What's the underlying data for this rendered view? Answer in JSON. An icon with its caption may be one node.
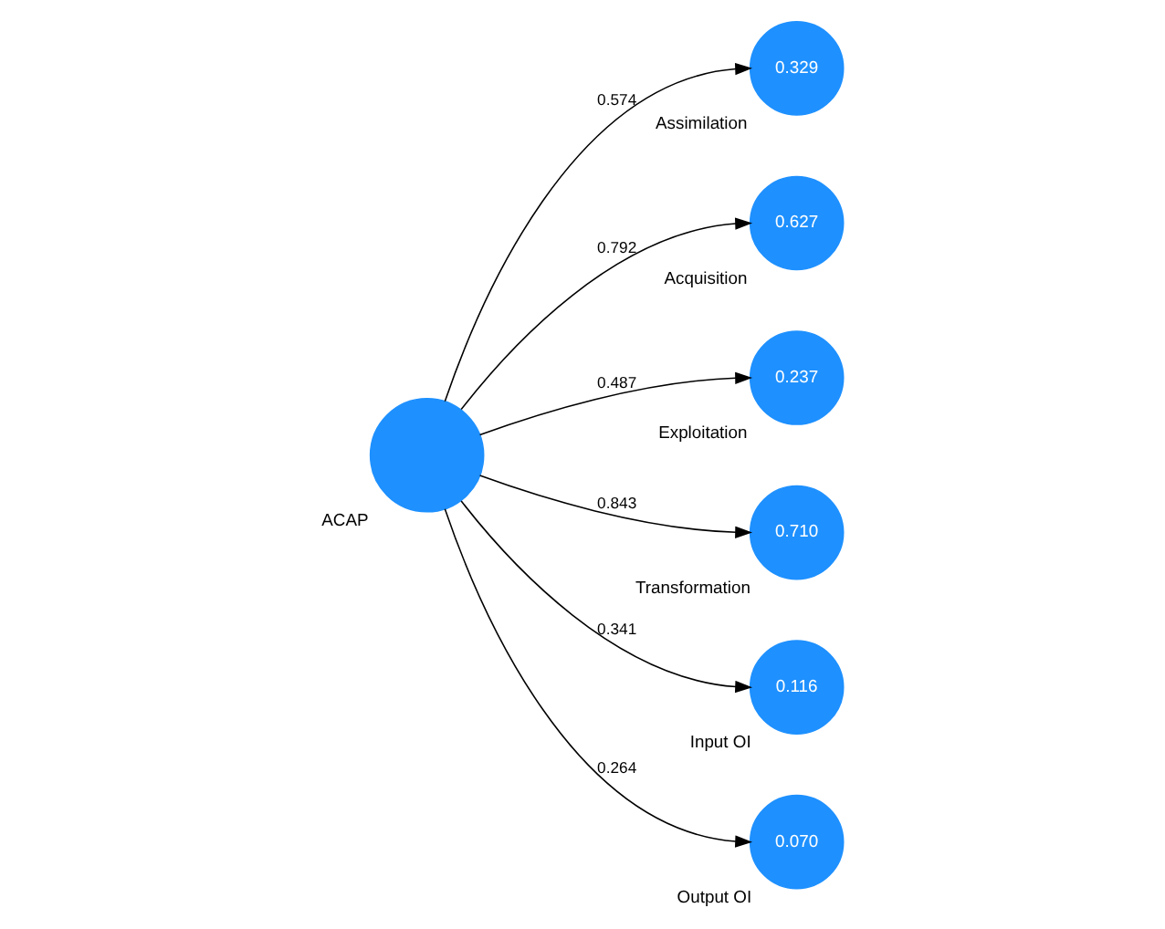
{
  "diagram": {
    "nodes": [
      {
        "text": [
          "0.329"
        ],
        "beside": [
          "Assimilation"
        ]
      },
      {
        "text": [
          "0.627"
        ],
        "beside": [
          "Acquisition"
        ]
      },
      {
        "text": [
          "0.237"
        ],
        "beside": [
          "Exploitation"
        ]
      },
      {
        "text": [
          "0.710"
        ],
        "beside": [
          "Transformation"
        ]
      },
      {
        "text": [],
        "shape": "circle",
        "beside": [
          "ACAP"
        ]
      },
      {
        "text": [
          "0.116"
        ],
        "beside": [
          "Input OI"
        ]
      },
      {
        "text": [
          "0.070"
        ],
        "beside": [
          "Output OI"
        ]
      }
    ],
    "edges": [
      {
        "from": 4,
        "to": 0,
        "arrow": "to",
        "label": "0.574"
      },
      {
        "from": 4,
        "to": 1,
        "arrow": "to",
        "label": "0.792"
      },
      {
        "from": 4,
        "to": 2,
        "arrow": "to",
        "label": "0.487"
      },
      {
        "from": 4,
        "to": 3,
        "arrow": "to",
        "label": "0.843"
      },
      {
        "from": 4,
        "to": 5,
        "arrow": "to",
        "label": "0.341"
      },
      {
        "from": 4,
        "to": 6,
        "arrow": "to",
        "label": "0.264"
      }
    ]
  }
}
